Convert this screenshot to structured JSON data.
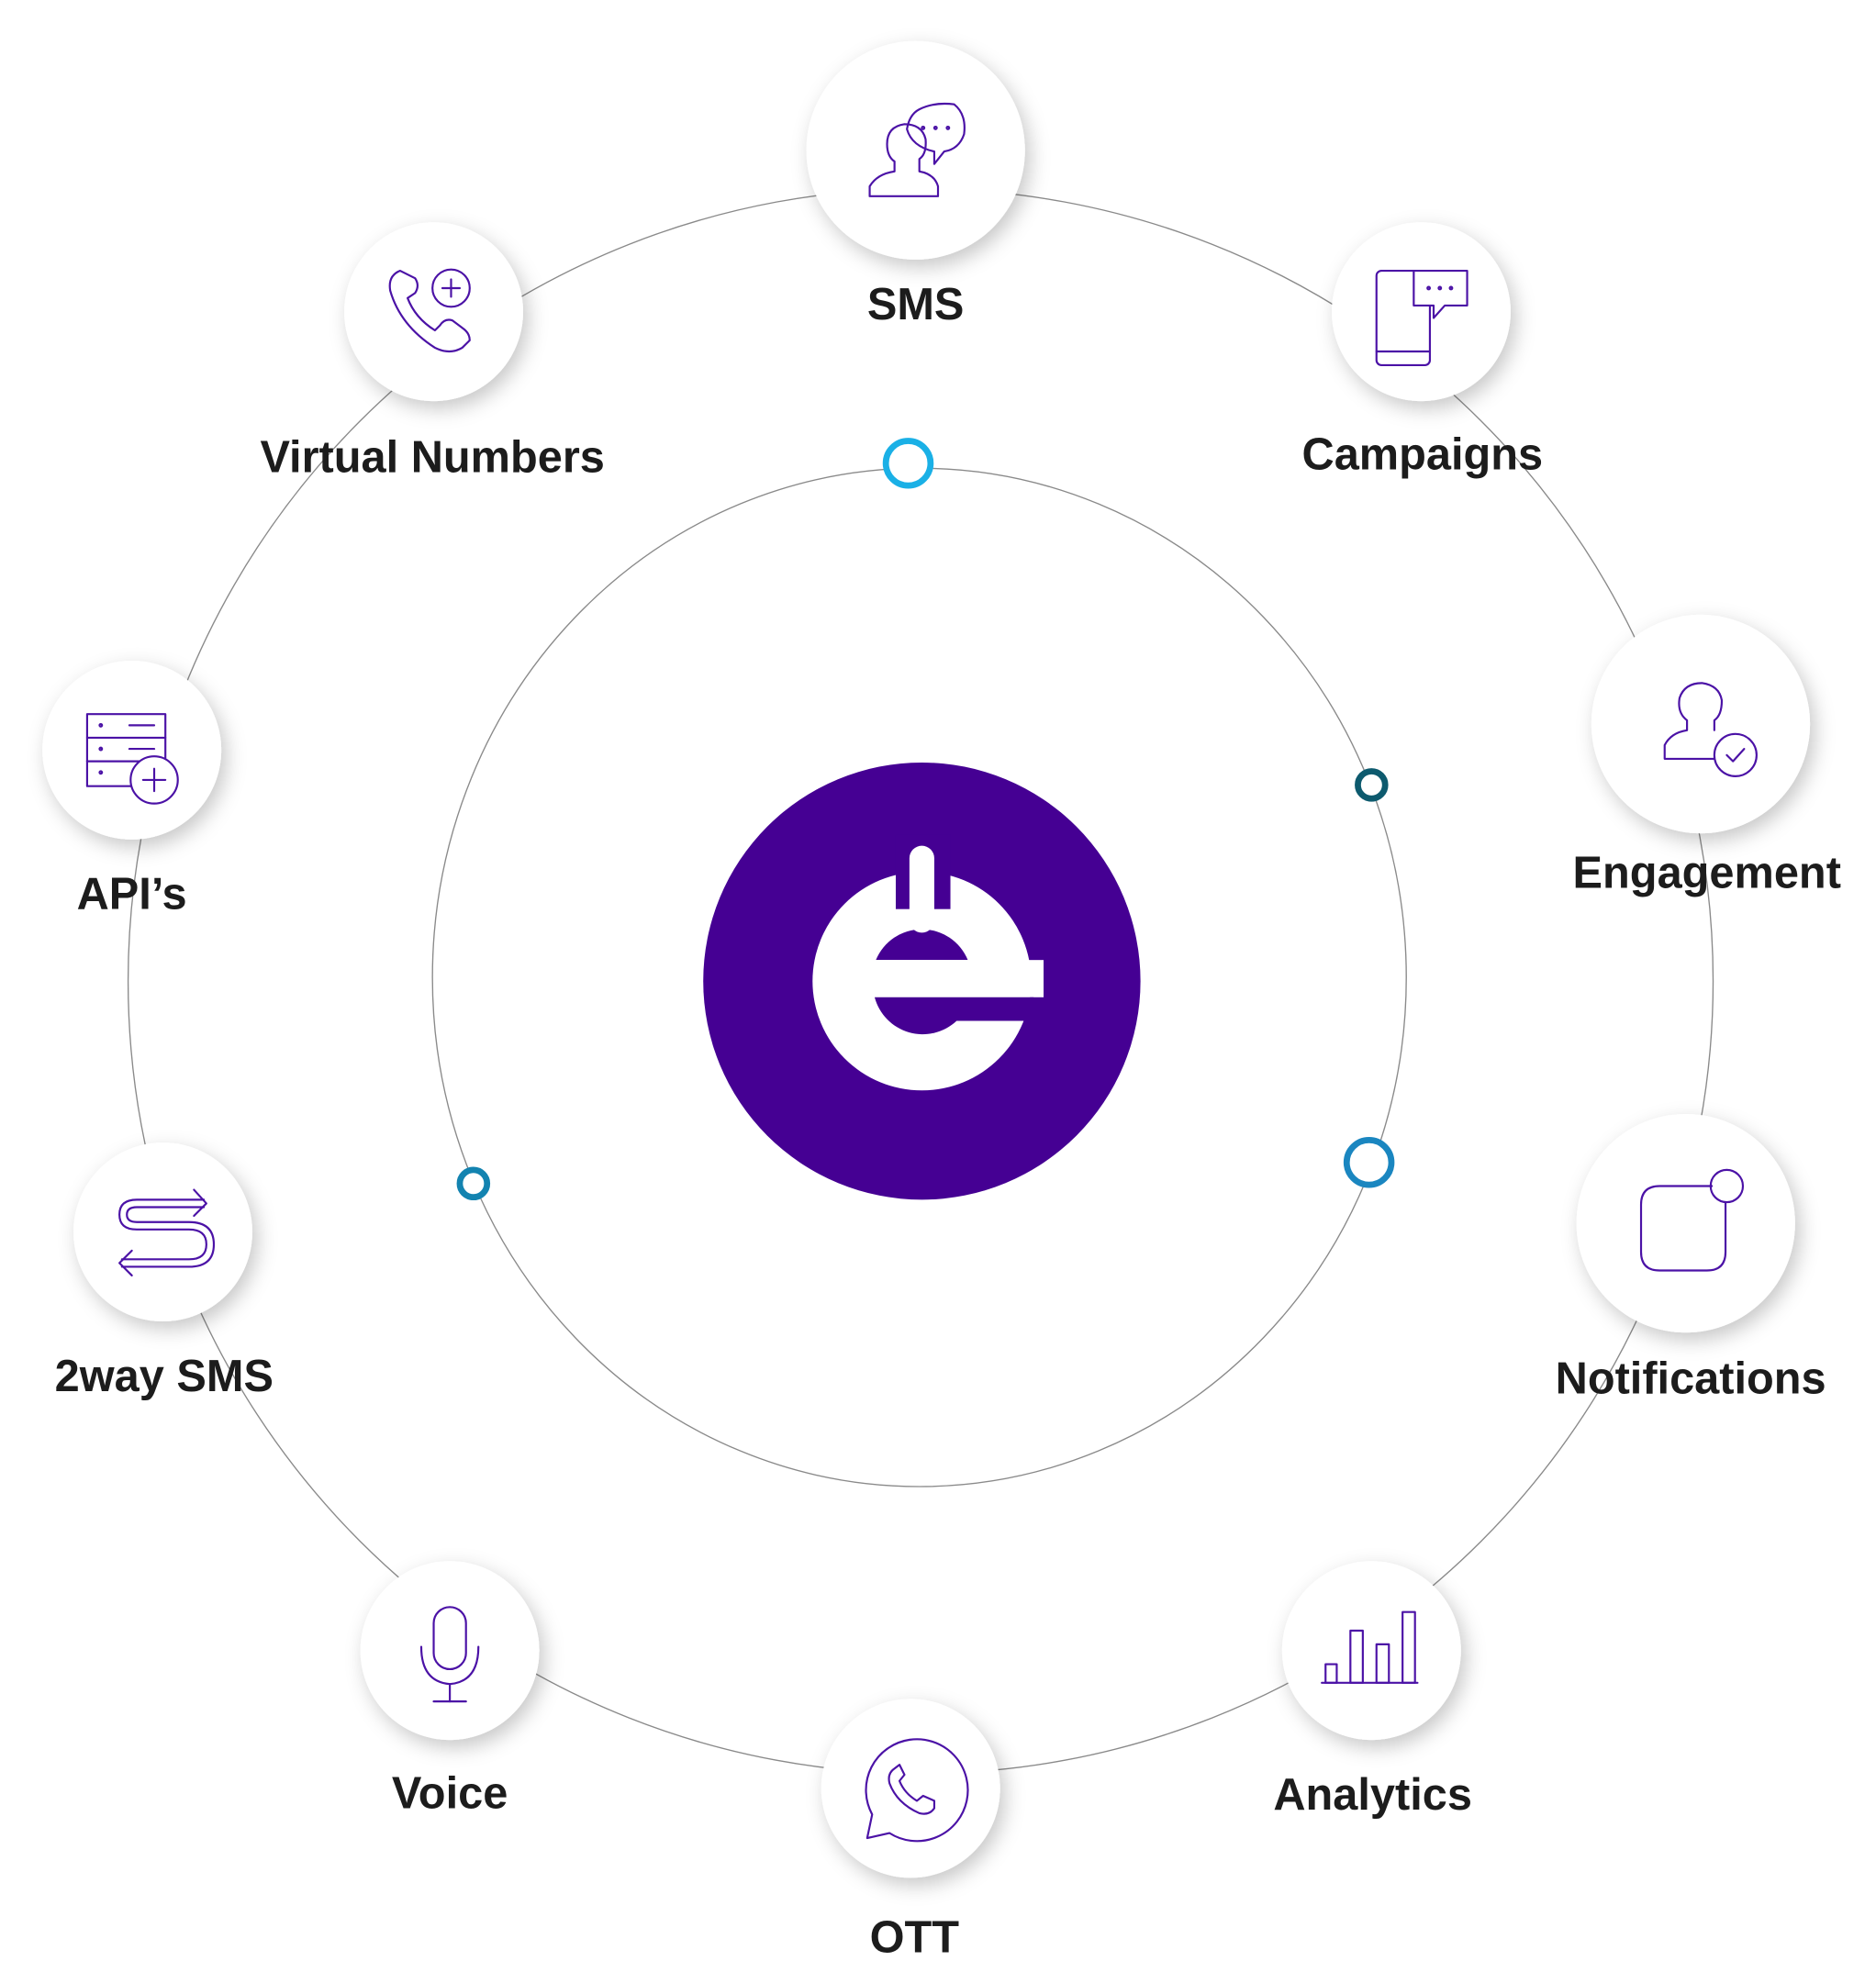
{
  "center_logo": {
    "letter": "e",
    "color": "#450093"
  },
  "colors": {
    "icon": "#4b12a6",
    "ring": "#8a8a8a",
    "dot_cyan": "#1ab0e6",
    "dot_teal": "#0d5a6e",
    "dot_blue": "#1a86c0",
    "dot_mid": "#1383b0"
  },
  "nodes": [
    {
      "label": "SMS",
      "icon": "chat-person-icon"
    },
    {
      "label": "Campaigns",
      "icon": "mobile-message-icon"
    },
    {
      "label": "Engagement",
      "icon": "user-check-icon"
    },
    {
      "label": "Notifications",
      "icon": "notification-badge-icon"
    },
    {
      "label": "Analytics",
      "icon": "bar-chart-icon"
    },
    {
      "label": "OTT",
      "icon": "whatsapp-icon"
    },
    {
      "label": "Voice",
      "icon": "microphone-icon"
    },
    {
      "label": "2way SMS",
      "icon": "two-way-arrows-icon"
    },
    {
      "label": "API’s",
      "icon": "server-add-icon"
    },
    {
      "label": "Virtual Numbers",
      "icon": "phone-add-icon"
    }
  ]
}
